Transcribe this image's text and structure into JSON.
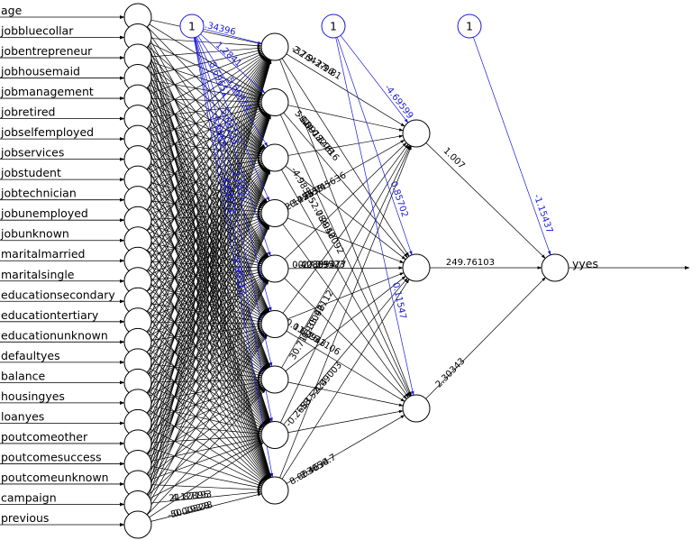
{
  "inputs": [
    "age",
    "jobbluecollar",
    "jobentrepreneur",
    "jobhousemaid",
    "jobmanagement",
    "jobretired",
    "jobselfemployed",
    "jobservices",
    "jobstudent",
    "jobtechnician",
    "jobunemployed",
    "jobunknown",
    "maritalmarried",
    "maritalsingle",
    "educationsecondary",
    "educationtertiary",
    "educationunknown",
    "defaultyes",
    "balance",
    "housingyes",
    "loanyes",
    "poutcomeother",
    "poutcomesuccess",
    "poutcomeunknown",
    "campaign",
    "previous"
  ],
  "output_label": "yyes",
  "bias_label": "1",
  "colors": {
    "weights": "#000000",
    "bias": "#1a1adb"
  },
  "layer1_bias_weights": [
    "1.34396",
    "1.2841",
    "5.66974",
    "8.69651",
    "-5.66223",
    "-2.6831",
    "-4.6665",
    "4.62072",
    "-2.66973"
  ],
  "layer1_weights": [
    "-32.9",
    "-24.78278",
    "-4.50092",
    "0.42338",
    "-27.19523",
    "0.11126",
    "-0.10046",
    "-4.09003",
    "8.00305",
    "-2.96",
    "5.08",
    "-2.78",
    "-5.45636",
    "0.4285",
    "1.31106",
    "30.71",
    "-58.5224",
    "-0.7",
    "2.76437",
    "-0.34616",
    "-4.98525",
    "-26.71",
    "-3.5377",
    "0.82943",
    "-35.92112",
    "-0.2683",
    "-2.4634",
    "-1.81",
    "-0.0917",
    "-0.2942",
    "2.1255",
    "-0.03994",
    "4.12895",
    "-0.00328",
    "21.87193",
    "-50.29378"
  ],
  "layer2_bias_weights": [
    "-4.69599",
    "0.85702",
    "0.11547"
  ],
  "layer2_weights": [
    "1.007",
    "249.76103",
    "2.30343"
  ],
  "output_bias_weight": "-1.15437"
}
